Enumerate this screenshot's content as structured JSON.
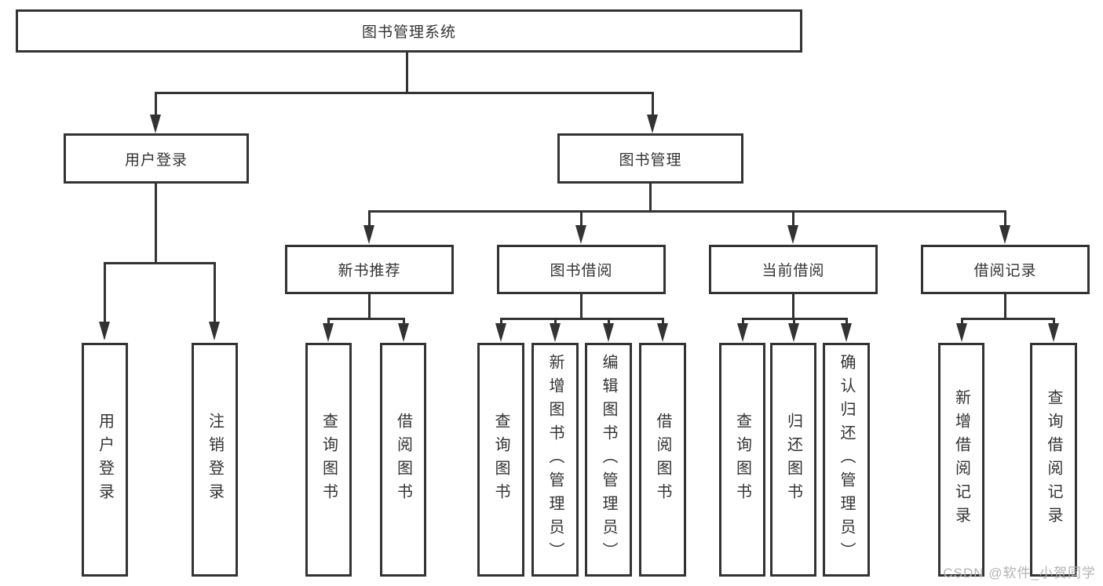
{
  "colors": {
    "line": "#333333",
    "text": "#333333",
    "background": "#ffffff",
    "watermark": "#b3b3b3"
  },
  "diagram": {
    "root": {
      "label": "图书管理系统"
    },
    "branches": [
      {
        "label": "用户登录",
        "children": [
          {
            "label": "用户登录"
          },
          {
            "label": "注销登录"
          }
        ]
      },
      {
        "label": "图书管理",
        "children": [
          {
            "label": "新书推荐",
            "children": [
              {
                "label": "查询图书"
              },
              {
                "label": "借阅图书"
              }
            ]
          },
          {
            "label": "图书借阅",
            "children": [
              {
                "label": "查询图书"
              },
              {
                "label": "新增图书（管理员）"
              },
              {
                "label": "编辑图书（管理员）"
              },
              {
                "label": "借阅图书"
              }
            ]
          },
          {
            "label": "当前借阅",
            "children": [
              {
                "label": "查询图书"
              },
              {
                "label": "归还图书"
              },
              {
                "label": "确认归还（管理员）"
              }
            ]
          },
          {
            "label": "借阅记录",
            "children": [
              {
                "label": "新增借阅记录"
              },
              {
                "label": "查询借阅记录"
              }
            ]
          }
        ]
      }
    ]
  },
  "watermark": {
    "text": "CSDN @软件_小贺同学"
  }
}
